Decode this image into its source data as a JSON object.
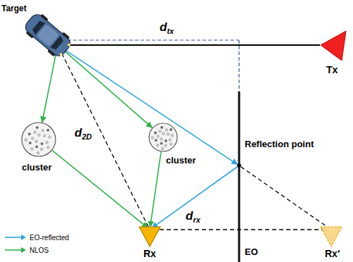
{
  "diagram": {
    "nodes": [
      {
        "text": [
          "Target"
        ]
      },
      {
        "text": [
          "Tx"
        ]
      },
      {
        "text": [
          "cluster"
        ]
      },
      {
        "text": [
          "cluster"
        ]
      },
      {
        "text": [
          "Reflection point"
        ]
      },
      {
        "text": [
          "Rx"
        ]
      },
      {
        "text": [
          "Rx′"
        ]
      }
    ],
    "edges": [
      {
        "from": 1,
        "to": 0,
        "arrow": "to",
        "label": "dtx"
      },
      {
        "from": 0,
        "to": 2,
        "arrow": "to"
      },
      {
        "from": 0,
        "to": 3,
        "arrow": "to"
      },
      {
        "from": 0,
        "to": 4,
        "arrow": "to"
      },
      {
        "from": 2,
        "to": 5,
        "arrow": "to"
      },
      {
        "from": 3,
        "to": 5,
        "arrow": "to"
      },
      {
        "from": 4,
        "to": 5,
        "arrow": "to"
      },
      {
        "from": 0,
        "to": 5,
        "arrow": "none",
        "label": "d2D"
      },
      {
        "from": 4,
        "to": 6,
        "arrow": "none"
      },
      {
        "from": 5,
        "to": 6,
        "arrow": "none",
        "label": "drx"
      }
    ],
    "labels": [
      "EO"
    ],
    "legend": [
      {
        "text": "EO-reflected"
      },
      {
        "text": "NLOS"
      }
    ]
  }
}
